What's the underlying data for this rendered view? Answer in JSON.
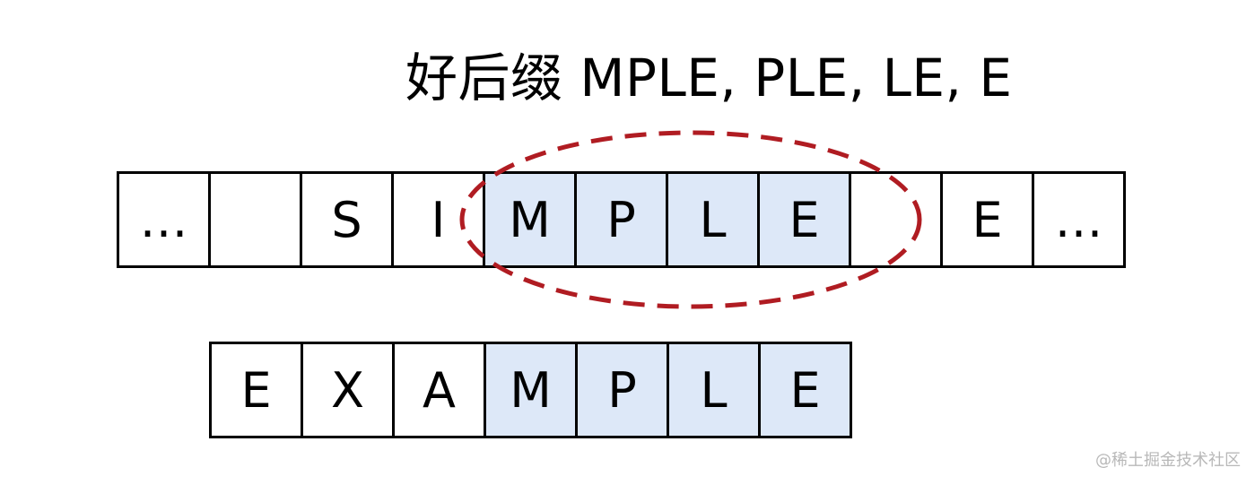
{
  "title": "好后缀 MPLE, PLE, LE, E",
  "text_row": [
    {
      "char": "…",
      "highlight": false
    },
    {
      "char": "",
      "highlight": false
    },
    {
      "char": "S",
      "highlight": false
    },
    {
      "char": "I",
      "highlight": false
    },
    {
      "char": "M",
      "highlight": true
    },
    {
      "char": "P",
      "highlight": true
    },
    {
      "char": "L",
      "highlight": true
    },
    {
      "char": "E",
      "highlight": true
    },
    {
      "char": "",
      "highlight": false
    },
    {
      "char": "E",
      "highlight": false
    },
    {
      "char": "…",
      "highlight": false
    }
  ],
  "pattern_row": [
    {
      "char": "E",
      "highlight": false
    },
    {
      "char": "X",
      "highlight": false
    },
    {
      "char": "A",
      "highlight": false
    },
    {
      "char": "M",
      "highlight": true
    },
    {
      "char": "P",
      "highlight": true
    },
    {
      "char": "L",
      "highlight": true
    },
    {
      "char": "E",
      "highlight": true
    }
  ],
  "colors": {
    "highlight": "#dde8f8",
    "ellipse": "#b01c22",
    "border": "#000000"
  },
  "watermark": "@稀土掘金技术社区"
}
